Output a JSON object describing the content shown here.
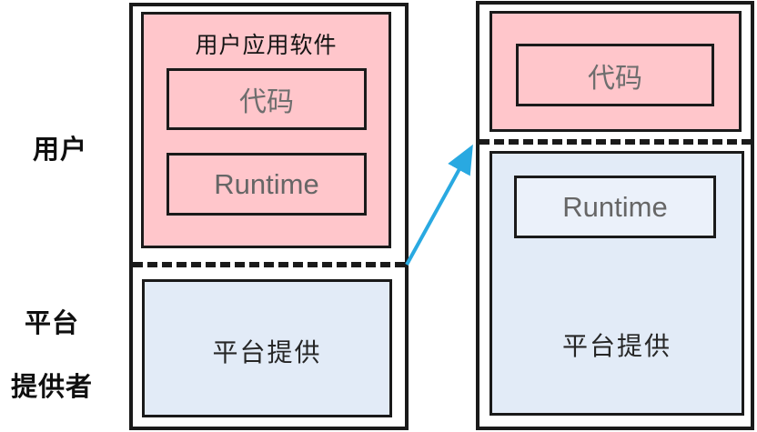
{
  "diagram": {
    "side_labels": {
      "user": "用户",
      "platform_line1": "平台",
      "platform_line2": "提供者"
    },
    "left_stack": {
      "app_box_title": "用户应用软件",
      "code_label": "代码",
      "runtime_label": "Runtime",
      "platform_label": "平台提供"
    },
    "right_stack": {
      "code_label": "代码",
      "runtime_label": "Runtime",
      "platform_label": "平台提供"
    },
    "theme": {
      "pink_fill": "#FFC6CB",
      "blue_fill": "#E2EBF7",
      "runtime_box_fill": "#EBF1FA",
      "border_color": "#1A1A1A",
      "arrow_color": "#29A9E1",
      "muted_text": "#6E6E6E",
      "dark_text": "#262626",
      "background": "#FFFFFF"
    }
  }
}
